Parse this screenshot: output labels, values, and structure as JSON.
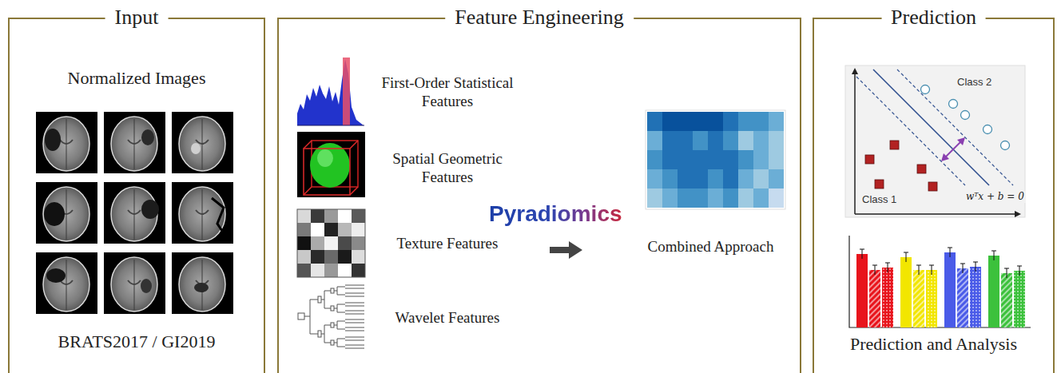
{
  "diagram": {
    "nodes": [
      {
        "text": [
          "Input",
          "Normalized Images",
          "BRATS2017 / GI2019"
        ]
      },
      {
        "text": [
          "Feature Engineering"
        ]
      },
      {
        "text": [
          "First-Order Statistical Features"
        ],
        "in": 1
      },
      {
        "text": [
          "Spatial Geometric Features"
        ],
        "in": 1
      },
      {
        "text": [
          "Texture Features"
        ],
        "in": 1
      },
      {
        "text": [
          "Wavelet Features"
        ],
        "in": 1
      },
      {
        "text": [
          "Combined Approach"
        ],
        "in": 1
      },
      {
        "text": [
          "Prediction",
          "Prediction and Analysis"
        ]
      }
    ],
    "labels": [
      "Pyradiomics",
      "Class 2",
      "Class 1",
      "wᵀx + b = 0"
    ]
  }
}
